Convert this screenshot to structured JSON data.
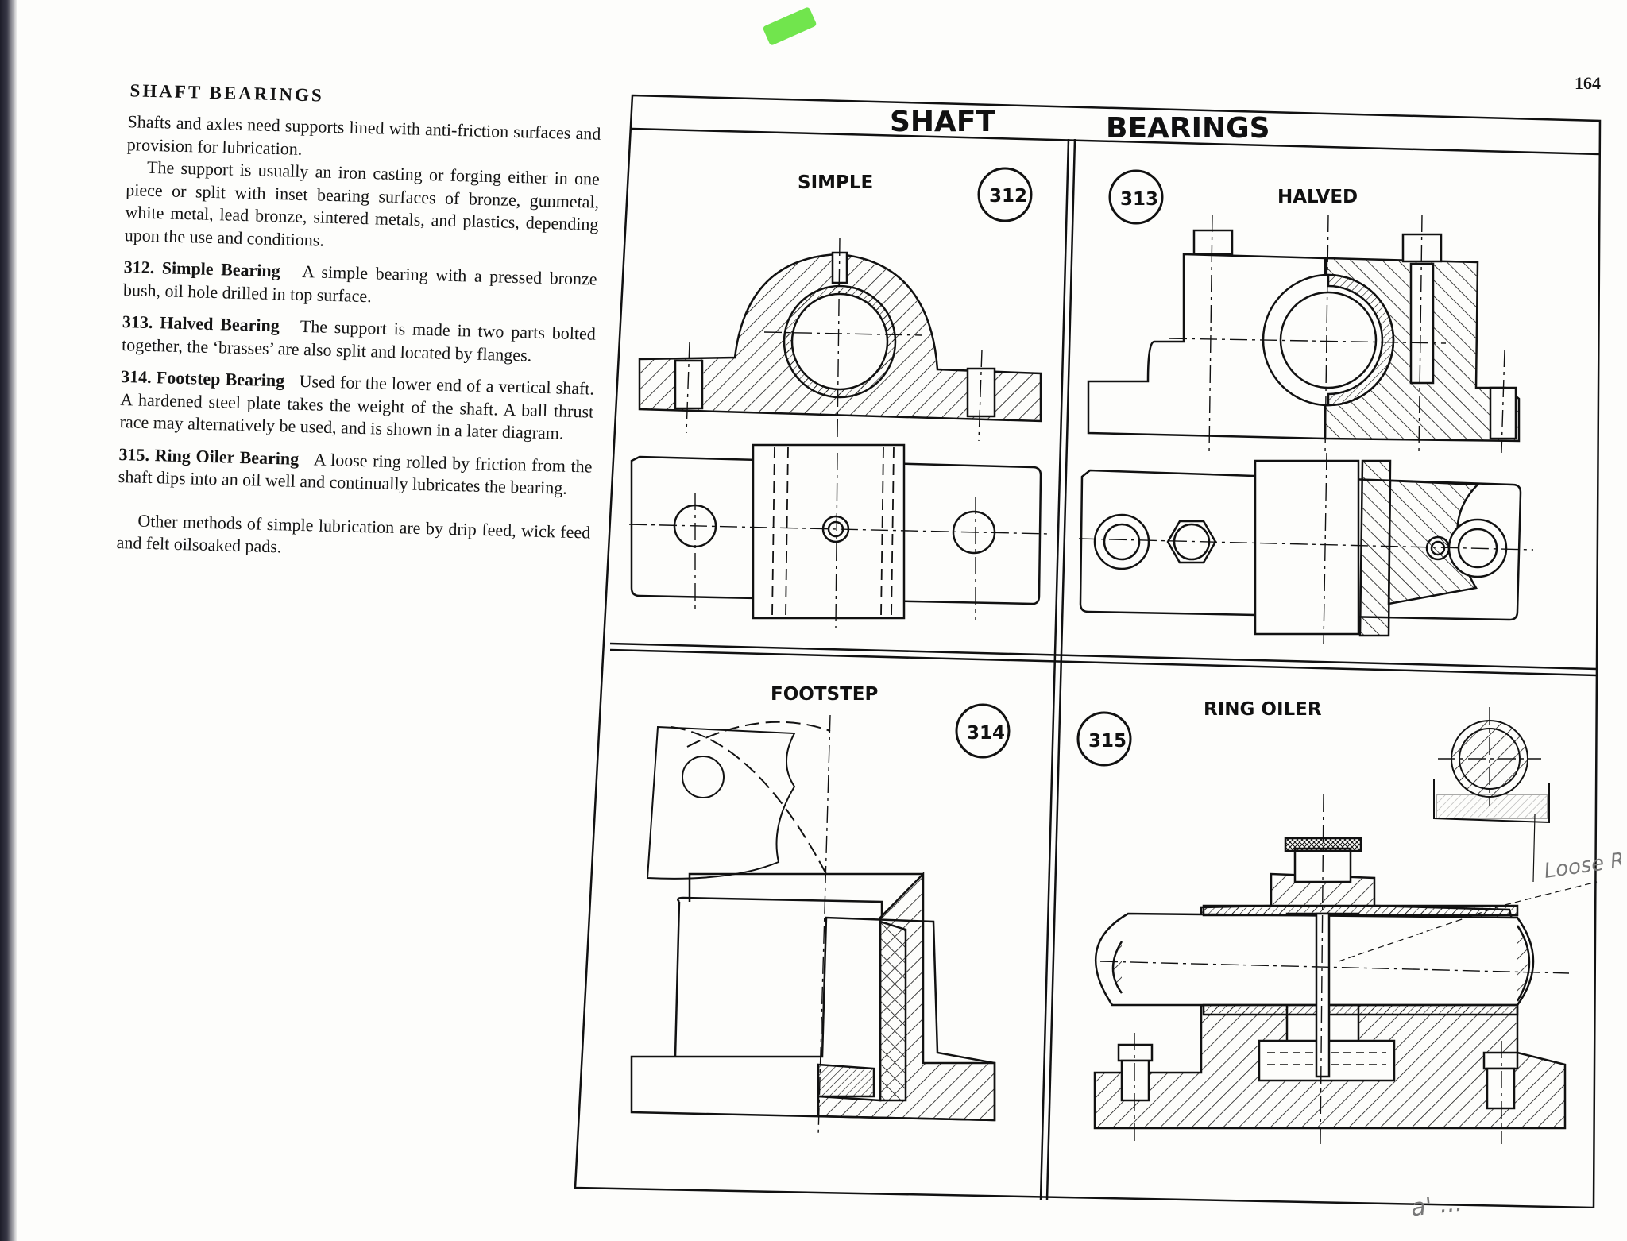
{
  "page_number": "164",
  "section_title": "SHAFT BEARINGS",
  "intro": [
    "Shafts and axles need supports lined with anti-friction surfaces and provision for lubrication.",
    "The support is usually an iron casting or forging either in one piece or split with inset bearing surfaces of bronze, gunmetal, white metal, lead bronze, sintered metals, and plastics, depending upon the use and conditions."
  ],
  "items": [
    {
      "heading": "312. Simple Bearing",
      "text": "A simple bearing with a pressed bronze bush, oil hole drilled in top surface."
    },
    {
      "heading": "313. Halved Bearing",
      "text": "The support is made in two parts bolted together, the ‘brasses’ are also split and located by flanges."
    },
    {
      "heading": "314. Footstep Bearing",
      "text": "Used for the lower end of a vertical shaft. A hardened steel plate takes the weight of the shaft. A ball thrust race may alternatively be used, and is shown in a later diagram."
    },
    {
      "heading": "315. Ring Oiler Bearing",
      "text": "A loose ring rolled by friction from the shaft dips into an oil well and continually lubricates the bearing."
    }
  ],
  "closing": "Other methods of simple lubrication are by drip feed, wick feed and felt oilsoaked pads.",
  "plate": {
    "title_left": "SHAFT",
    "title_right": "BEARINGS",
    "panels": [
      {
        "label": "SIMPLE",
        "number": "312"
      },
      {
        "label": "HALVED",
        "number": "313"
      },
      {
        "label": "FOOTSTEP",
        "number": "314"
      },
      {
        "label": "RING OILER",
        "number": "315"
      }
    ]
  },
  "handwritten_note": "Loose Ring"
}
